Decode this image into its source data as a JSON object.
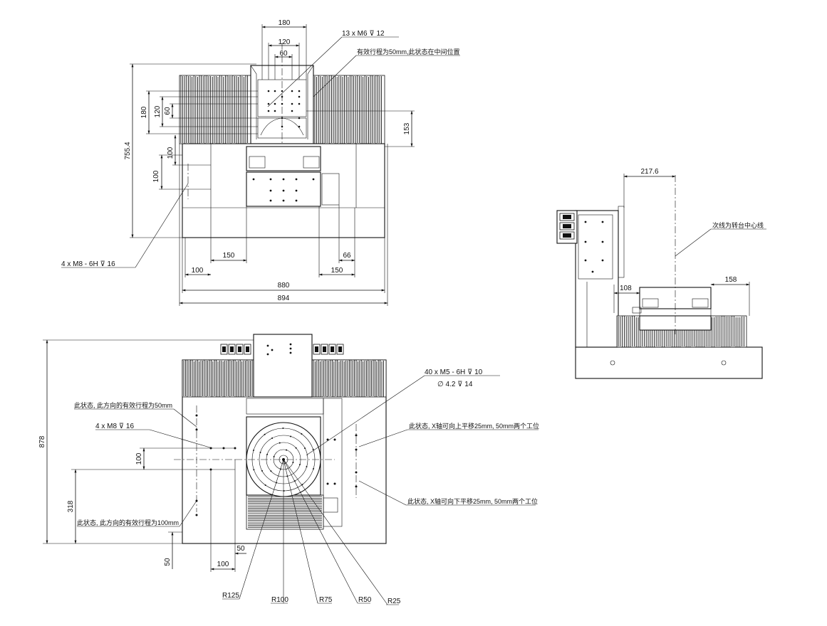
{
  "drawing": {
    "front_view": {
      "dims": {
        "top_180": "180",
        "top_120": "120",
        "top_60": "60",
        "left_180": "180",
        "left_120": "120",
        "left_60": "60",
        "left_100a": "100",
        "left_100b": "100",
        "height_755": "755.4",
        "right_153": "153",
        "bottom_150_left": "150",
        "bottom_100": "100",
        "bottom_66": "66",
        "bottom_150_right": "150",
        "width_880": "880",
        "width_894": "894"
      },
      "notes": {
        "holes_m6": "13 x  M6  ⊽ 12",
        "stroke_center": "有效行程为50mm,此状态在中间位置",
        "holes_m8": "4 x  M8 - 6H  ⊽ 16"
      }
    },
    "side_view": {
      "dims": {
        "d_217": "217.6",
        "d_108": "108",
        "d_158": "158"
      },
      "notes": {
        "rotary_center": "次线为转台中心线"
      }
    },
    "top_view": {
      "dims": {
        "d_878": "878",
        "d_318": "318",
        "d_100_vert": "100",
        "d_50_vert": "50",
        "d_50_horiz": "50",
        "d_100_horiz": "100"
      },
      "radii": [
        "R125",
        "R100",
        "R75",
        "R50",
        "R25"
      ],
      "notes": {
        "holes_m5": "40 x  M5 - 6H  ⊽ 10",
        "holes_d42": "∅  4.2  ⊽  14",
        "holes_m8": "4 x  M8  ⊽ 16",
        "stroke_50": "此状态, 此方向的有效行程为50mm",
        "stroke_100": "此状态, 此方向的有效行程为100mm",
        "x_up": "此状态, X轴可向上平移25mm, 50mm两个工位",
        "x_down": "此状态, X轴可向下平移25mm, 50mm两个工位"
      }
    }
  }
}
